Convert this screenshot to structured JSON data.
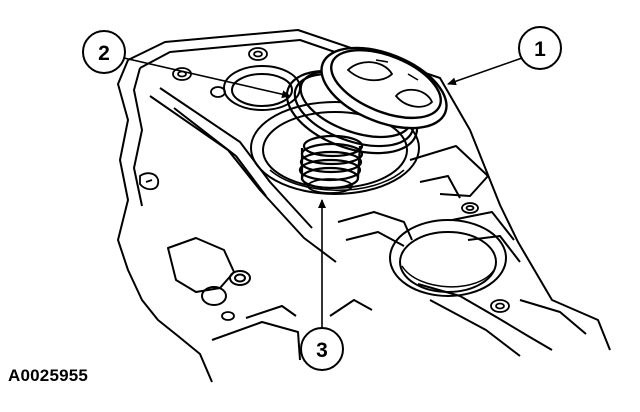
{
  "figure": {
    "id_label": "A0025955",
    "callouts": [
      {
        "number": "1"
      },
      {
        "number": "2"
      },
      {
        "number": "3"
      }
    ]
  },
  "colors": {
    "ink": "#000000",
    "paper": "#ffffff"
  }
}
